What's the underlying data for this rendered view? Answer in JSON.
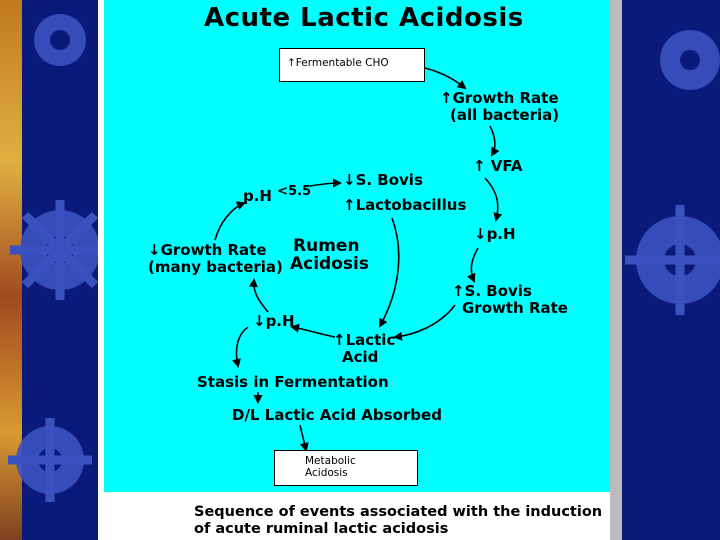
{
  "title": "Acute Lactic Acidosis",
  "nodes": {
    "fermentable": "↑Fermentable CHO",
    "growth_all_1": "↑Growth Rate",
    "growth_all_2": "(all bacteria)",
    "vfa": "↑ VFA",
    "ph_down_right": "↓p.H",
    "sbovis_growth_1": "↑S. Bovis",
    "sbovis_growth_2": "Growth Rate",
    "lactic_1": "↑Lactic",
    "lactic_2": "Acid",
    "ph_down_left": "↓p.H",
    "growth_many_1": "↓Growth Rate",
    "growth_many_2": "(many bacteria)",
    "ph_label": "p.H",
    "ph_value": "<5.5",
    "sbovis_down": "↓S. Bovis",
    "lactobacillus": "↑Lactobacillus",
    "center_1": "Rumen",
    "center_2": "Acidosis",
    "stasis": "Stasis in Fermentation",
    "absorbed": "D/L Lactic Acid Absorbed",
    "metabolic_1": "Metabolic",
    "metabolic_2": "Acidosis"
  },
  "caption": {
    "line1": "Sequence of events associated with the induction",
    "line2": "of acute ruminal lactic acidosis"
  },
  "colors": {
    "panel": "#00ffff",
    "background": "#0a1a7a",
    "gear": "#3a52c0"
  }
}
